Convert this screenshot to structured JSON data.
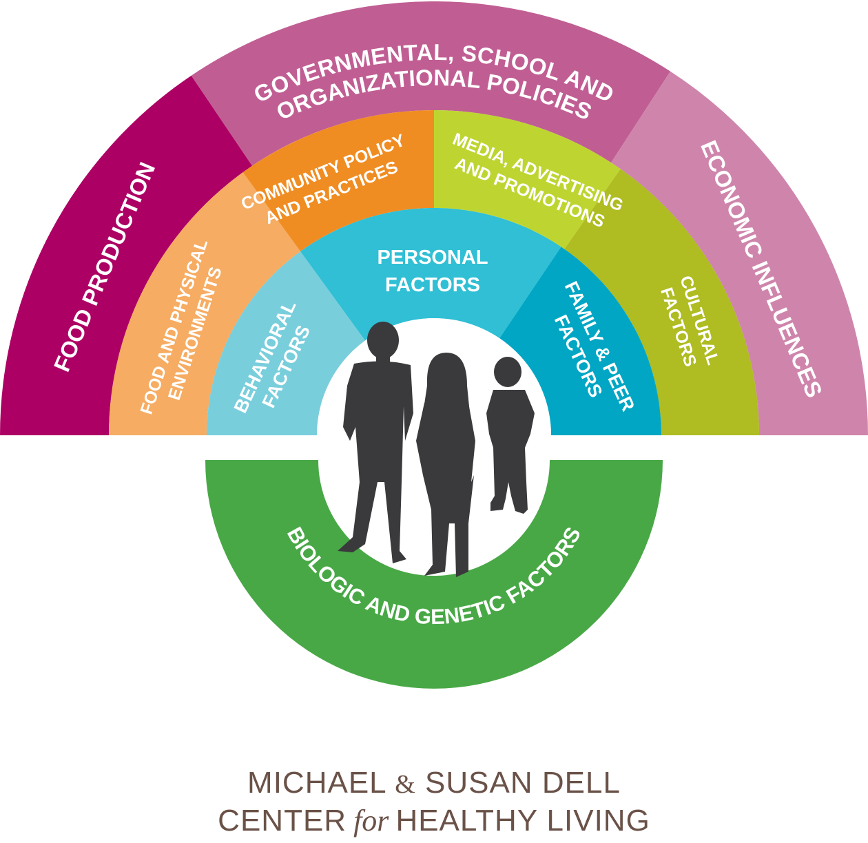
{
  "segments": {
    "food_production": {
      "label": "FOOD PRODUCTION",
      "color": "#ad0064"
    },
    "governmental": {
      "lines": [
        "GOVERNMENTAL, SCHOOL AND",
        "ORGANIZATIONAL POLICIES"
      ],
      "color": "#c05e93"
    },
    "economic": {
      "label": "ECONOMIC INFLUENCES",
      "color": "#cf85ab"
    },
    "food_physical": {
      "lines": [
        "FOOD AND PHYSICAL",
        "ENVIRONMENTS"
      ],
      "color": "#f6ac62"
    },
    "community": {
      "lines": [
        "COMMUNITY POLICY",
        "AND PRACTICES"
      ],
      "color": "#f08d22"
    },
    "media": {
      "lines": [
        "MEDIA, ADVERTISING",
        "AND PROMOTIONS"
      ],
      "color": "#bed531"
    },
    "cultural": {
      "lines": [
        "CULTURAL",
        "FACTORS"
      ],
      "color": "#afbc22"
    },
    "behavioral": {
      "lines": [
        "BEHAVIORAL",
        "FACTORS"
      ],
      "color": "#79cedc"
    },
    "personal": {
      "lines": [
        "PERSONAL",
        "FACTORS"
      ],
      "color": "#30bfd5"
    },
    "family_peer": {
      "lines": [
        "FAMILY & PEER",
        "FACTORS"
      ],
      "color": "#00a6c3"
    },
    "biologic": {
      "label": "BIOLOGIC AND GENETIC FACTORS",
      "color": "#48a846"
    }
  },
  "figures_color": "#3a3a3c",
  "footer": {
    "line1_a": "MICHAEL",
    "line1_amp": "&",
    "line1_b": "SUSAN DELL",
    "line2_a": "CENTER",
    "line2_for": "for",
    "line2_b": "HEALTHY LIVING"
  }
}
